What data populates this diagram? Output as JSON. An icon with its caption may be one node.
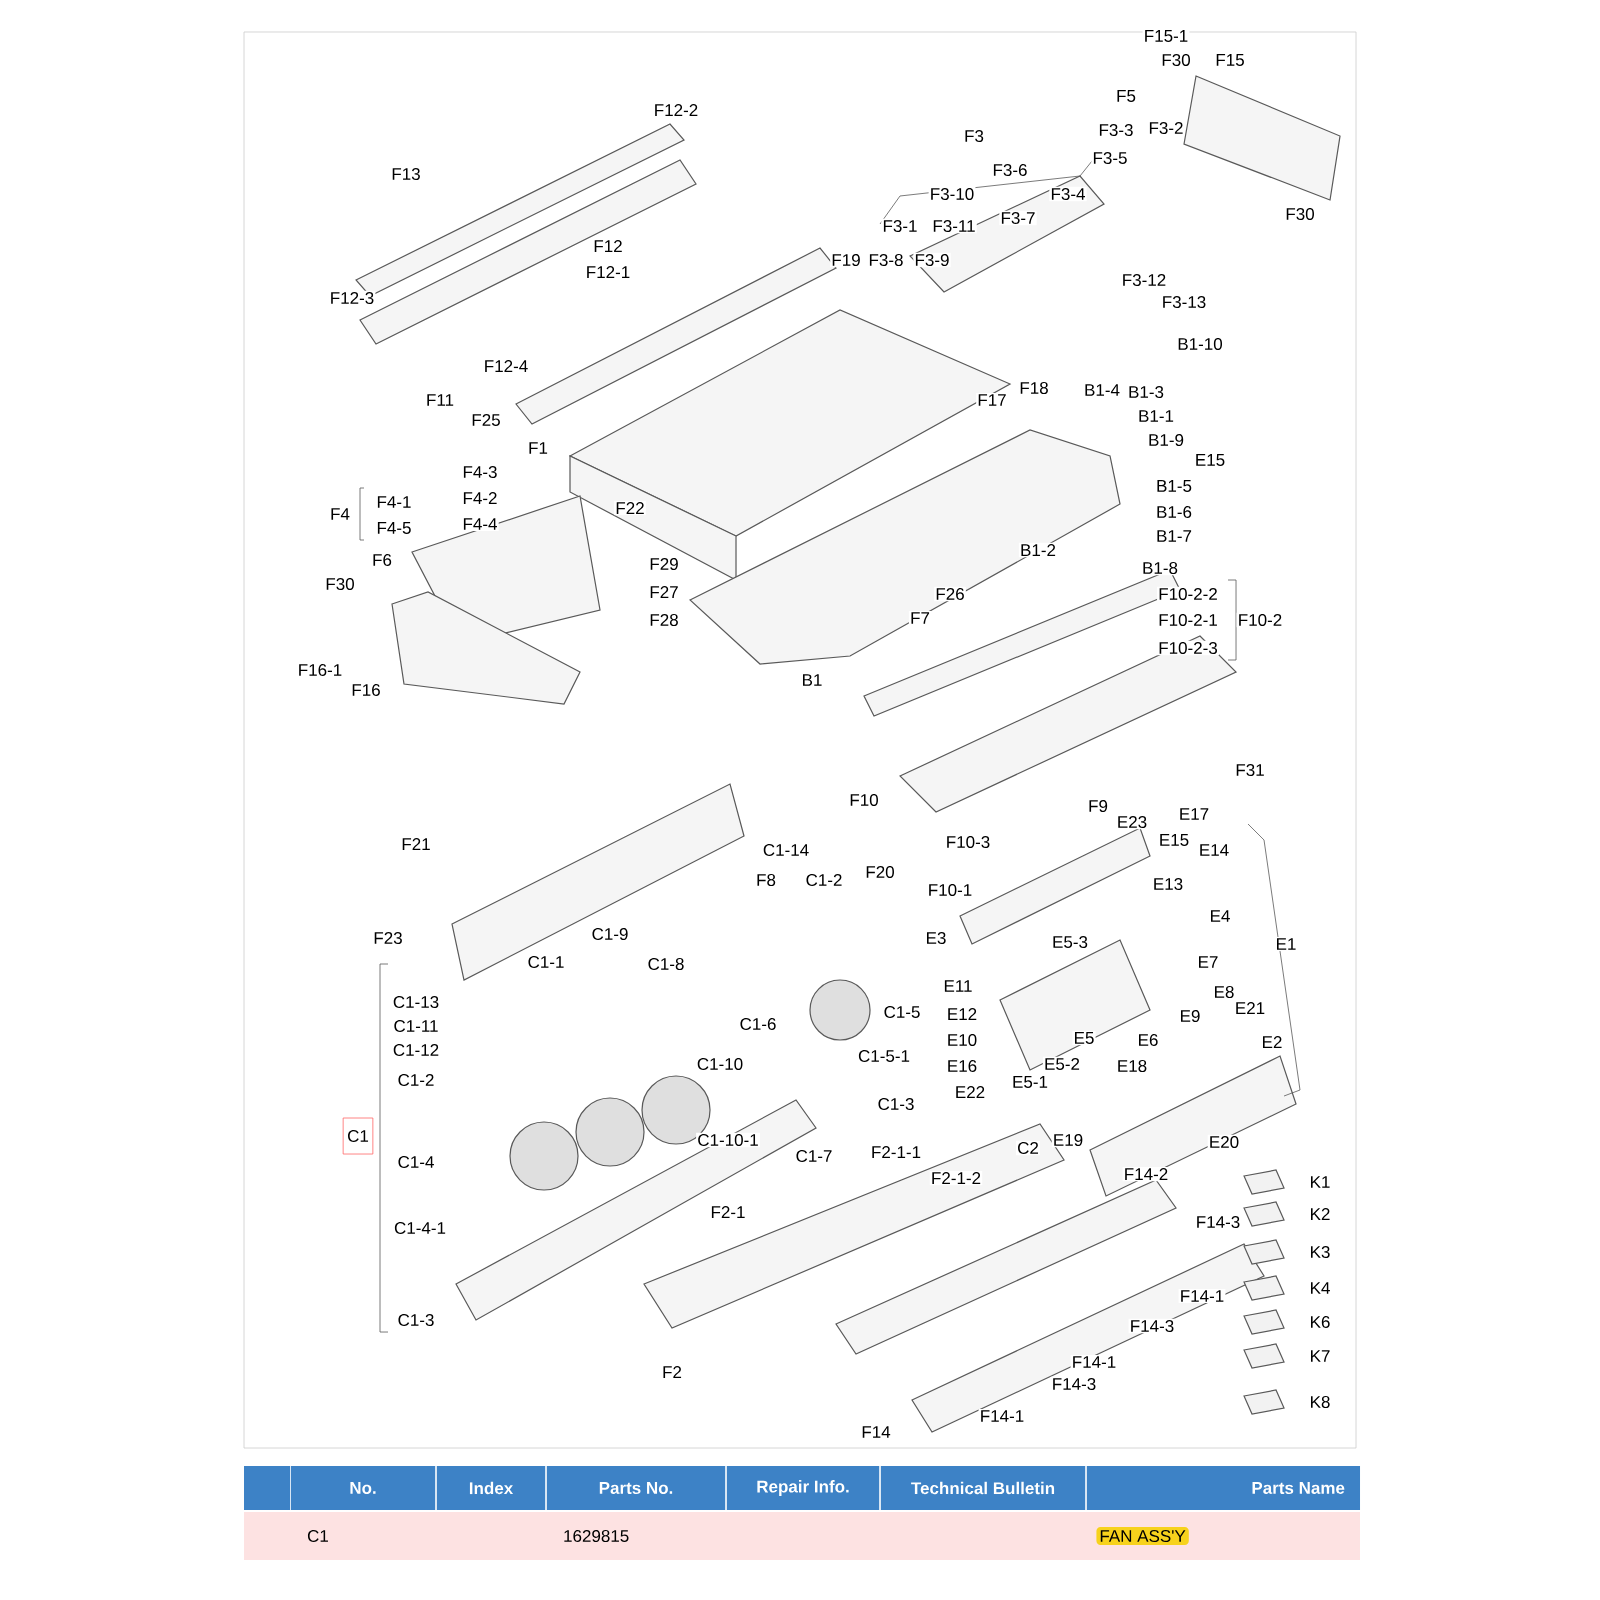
{
  "diagram": {
    "nodes": [
      {
        "text": [
          "C1"
        ]
      }
    ],
    "labels": [
      "F15-1",
      "F30",
      "F15",
      "F12-2",
      "F5",
      "F3-3",
      "F3-2",
      "F3",
      "F3-5",
      "F3-6",
      "F13",
      "F3-4",
      "F3-10",
      "F30",
      "F3-7",
      "F3-1",
      "F3-11",
      "F12",
      "F19",
      "F3-8",
      "F3-9",
      "F12-1",
      "F3-12",
      "F12-3",
      "F3-13",
      "B1-10",
      "F12-4",
      "F18",
      "B1-4",
      "B1-3",
      "F17",
      "F11",
      "B1-1",
      "F25",
      "B1-9",
      "F1",
      "E15",
      "F4-3",
      "B1-5",
      "F4-1",
      "F4-2",
      "F22",
      "F4",
      "B1-6",
      "F4-5",
      "F4-4",
      "B1-2",
      "B1-7",
      "F6",
      "F29",
      "B1-8",
      "F30",
      "F27",
      "F10-2-2",
      "F26",
      "F7",
      "F10-2-1",
      "F10-2",
      "F28",
      "F10-2-3",
      "F16-1",
      "B1",
      "F16",
      "F31",
      "F10",
      "F9",
      "E17",
      "E23",
      "F21",
      "E15",
      "F10-3",
      "C1-14",
      "E14",
      "F20",
      "F8",
      "C1-2",
      "F10-1",
      "E13",
      "E4",
      "C1-9",
      "F23",
      "E3",
      "E5-3",
      "E1",
      "C1-1",
      "C1-8",
      "E7",
      "E11",
      "E8",
      "C1-13",
      "E21",
      "C1-5",
      "E12",
      "E9",
      "C1-6",
      "C1-11",
      "E6",
      "E10",
      "E5",
      "E2",
      "C1-12",
      "C1-5-1",
      "C1-10",
      "E5-2",
      "E18",
      "E16",
      "C1-2",
      "E5-1",
      "E22",
      "C1-3",
      "E19",
      "C1-10-1",
      "E20",
      "C2",
      "F2-1-1",
      "C1-7",
      "C1-4",
      "F14-2",
      "F2-1-2",
      "K1",
      "K2",
      "F2-1",
      "F14-3",
      "C1-4-1",
      "K3",
      "K4",
      "F14-1",
      "K6",
      "C1-3",
      "F14-3",
      "K7",
      "F14-1",
      "F2",
      "F14-3",
      "K8",
      "F14-1",
      "F14",
      "No.",
      "Index",
      "Parts No.",
      "Repair Info.",
      "Technical Bulletin",
      "Parts Name",
      "C1",
      "1629815",
      "FAN ASS'Y"
    ]
  }
}
